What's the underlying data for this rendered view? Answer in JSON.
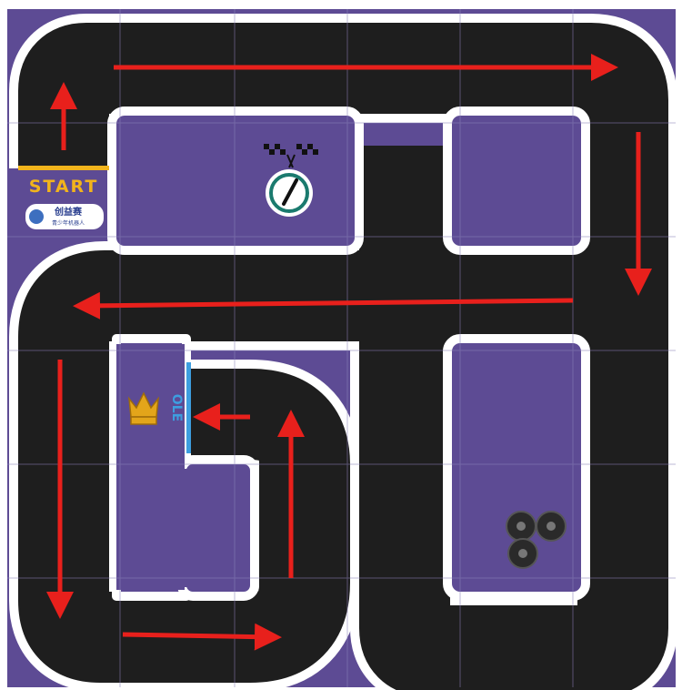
{
  "board": {
    "colors": {
      "background": "#5d4b94",
      "track": "#1e1e1e",
      "border": "#ffffff",
      "arrow": "#e8201c",
      "start_line": "#f2b41c",
      "finish_line": "#3d9ee0",
      "grid": "#8a80b8"
    },
    "start_label": "START",
    "finish_label": "OLE",
    "logo_text": "创益赛",
    "logo_subtext": "青少年机器人",
    "icons": [
      "checkered-flags-icon",
      "steering-logo-icon",
      "crown-icon",
      "tires-icon"
    ],
    "arrows": [
      "up",
      "right",
      "down",
      "left",
      "down",
      "right",
      "up",
      "left"
    ]
  }
}
